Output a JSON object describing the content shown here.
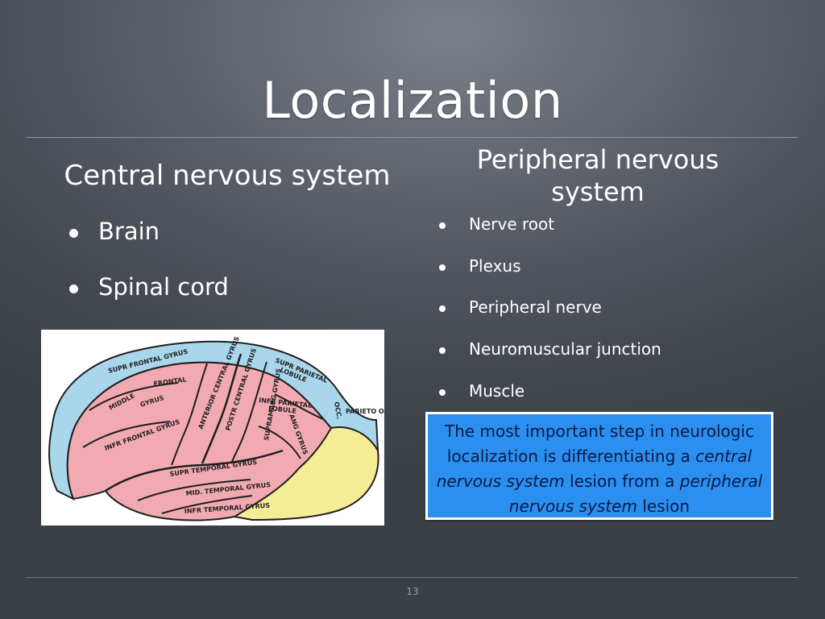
{
  "slide": {
    "title": "Localization",
    "page_number": "13"
  },
  "left_column": {
    "heading": "Central nervous system",
    "bullets": [
      "Brain",
      "Spinal cord"
    ]
  },
  "right_column": {
    "heading_line1": "Peripheral nervous",
    "heading_line2": "system",
    "bullets": [
      "Nerve root",
      "Plexus",
      "Peripheral nerve",
      "Neuromuscular junction",
      "Muscle"
    ]
  },
  "brain_image": {
    "labels": {
      "sup_frontal": "SUPR FRONTAL GYRUS",
      "middle": "MIDDLE",
      "frontal": "FRONTAL",
      "gyrus_mid": "GYRUS",
      "inf_frontal": "INFR FRONTAL GYRUS",
      "anterior_central": "ANTERIOR CENTRAL GYRUS",
      "poster_central": "POSTR CENTRAL GYRUS",
      "sup_parietal": "SUPR PARIETAL",
      "lobule": "LOBULE",
      "inf_parietal": "INFR PARIETAL",
      "inf_lobule": "LOBULE",
      "supramarg": "SUPRAMARG GYRUS",
      "angular": "ANG GYRUS",
      "parieto_occ": "PARIETO OCC.",
      "sup_temporal": "SUPR TEMPORAL GYRUS",
      "mid_temporal": "MID. TEMPORAL GYRUS",
      "inf_temporal": "INFR TEMPORAL GYRUS",
      "occ": "OCC."
    },
    "colors": {
      "frontal_parietal": "#f2aab2",
      "frontal_border": "#a9d6ea",
      "occipital": "#f5ec96",
      "outline": "#1e1e1e"
    }
  },
  "callout": {
    "part1": "The most important step in neurologic localization is differentiating a ",
    "em1": "central nervous system",
    "part2": " lesion from a ",
    "em2": "peripheral nervous system",
    "part3": " lesion"
  }
}
